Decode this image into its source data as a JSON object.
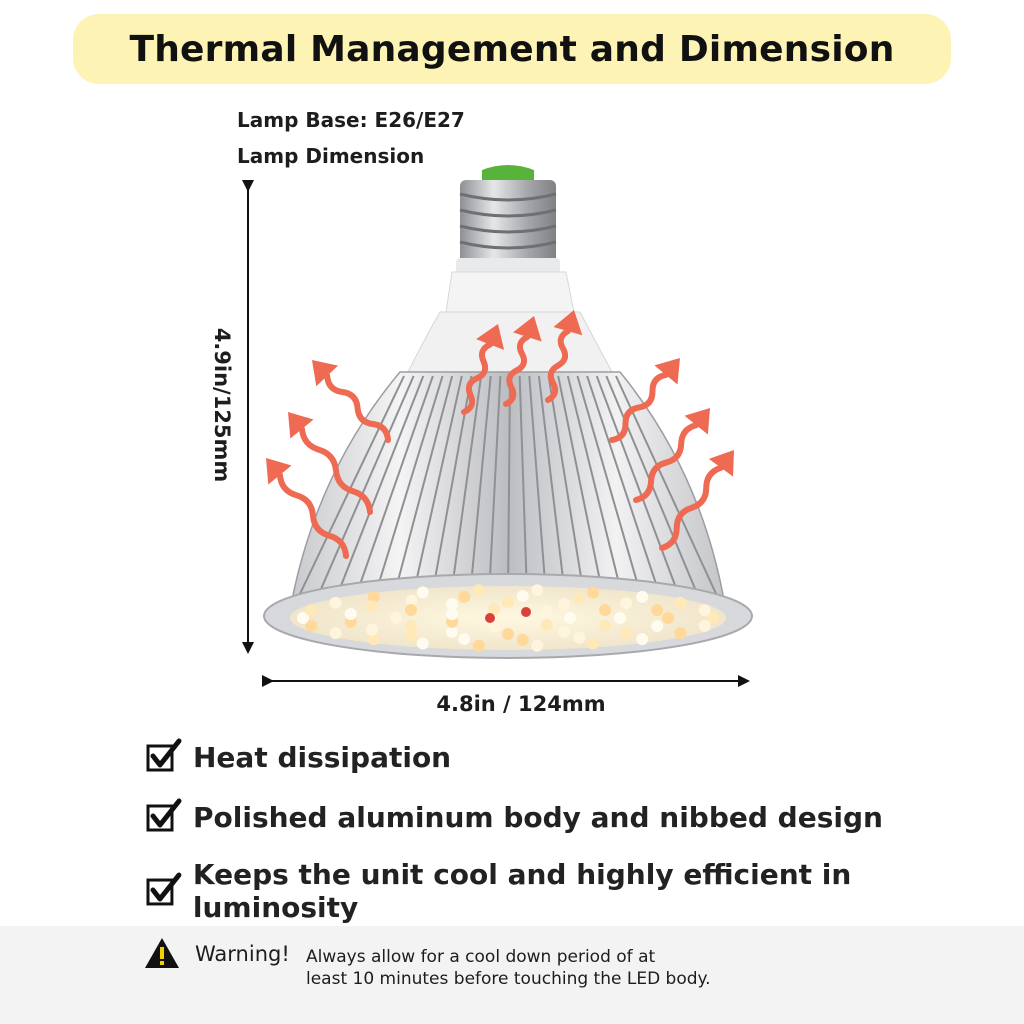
{
  "title": "Thermal Management and Dimension",
  "specs": {
    "lamp_base": "Lamp Base: E26/E27",
    "lamp_dimension": "Lamp Dimension"
  },
  "dimensions": {
    "height": "4.9in/125mm",
    "width": "4.8in / 124mm"
  },
  "features": [
    "Heat dissipation",
    "Polished aluminum body and nibbed design",
    "Keeps the unit cool and highly efficient in luminosity"
  ],
  "warning": {
    "icon": "warning-triangle-icon",
    "title": "Warning!",
    "line1": "Always allow for a cool down period of at",
    "line2": "least 10 minutes before touching the LED body."
  },
  "colors": {
    "banner": "#fdf3b4",
    "heat_arrows": "#ee6a52",
    "base_cap": "#58b33a"
  }
}
